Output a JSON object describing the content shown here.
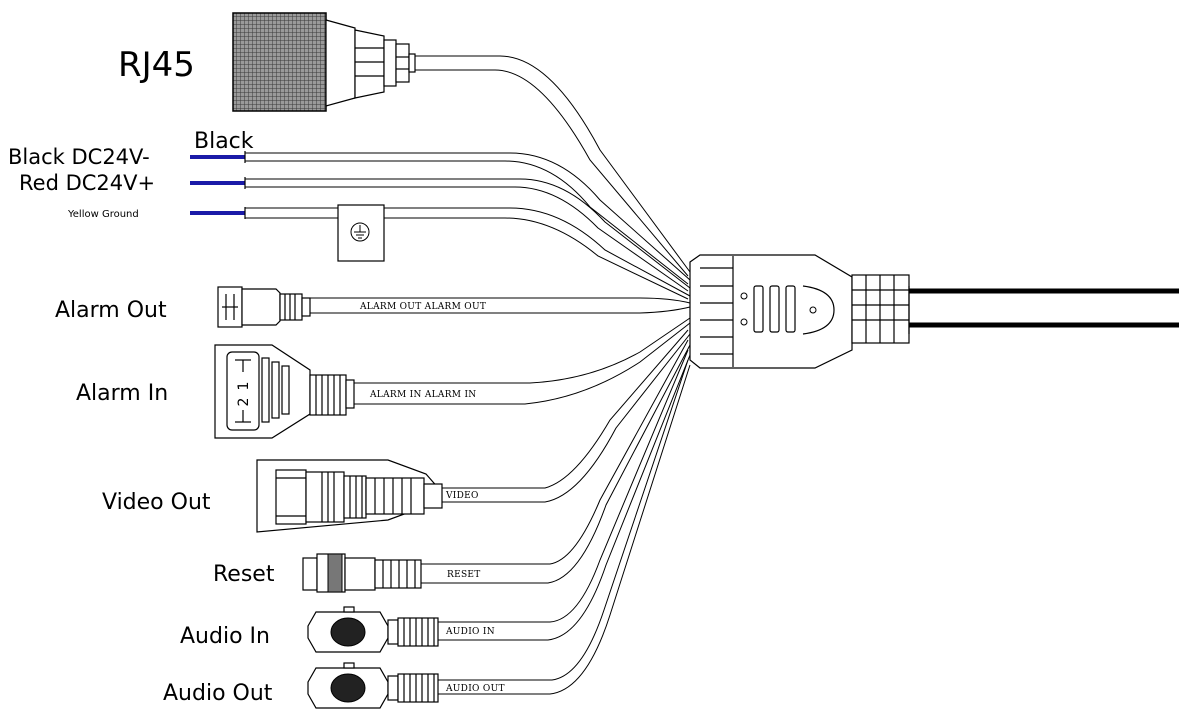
{
  "labels": {
    "rj45": "RJ45",
    "black_top": "Black",
    "black_dc": "Black DC24V-",
    "red_dc": "Red DC24V+",
    "yellow_ground": "Yellow Ground",
    "alarm_out": "Alarm Out",
    "alarm_in": "Alarm In",
    "video_out": "Video Out",
    "reset": "Reset",
    "audio_in": "Audio In",
    "audio_out": "Audio Out"
  },
  "cable_text": {
    "alarm_out": "ALARM OUT  ALARM OUT",
    "alarm_in": "ALARM IN  ALARM IN",
    "video": "VIDEO",
    "reset": "RESET",
    "audio_in": "AUDIO IN",
    "audio_out": "AUDIO OUT"
  },
  "colors": {
    "power_wire": "#1a1aa8",
    "rj45_grid": "#555555",
    "line": "#000000"
  },
  "icons": {
    "ground": "ground-icon",
    "alarm_pin_1": "1",
    "alarm_pin_2": "2"
  }
}
